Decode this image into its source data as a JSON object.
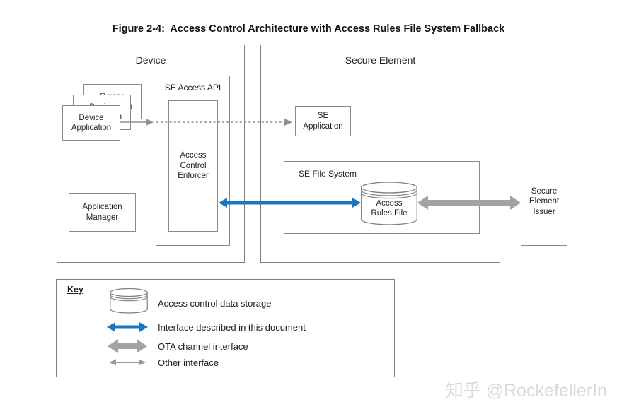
{
  "figure_title": "Figure 2-4:  Access Control Architecture with Access Rules File System Fallback",
  "device": {
    "label": "Device",
    "device_application": "Device\nApplication",
    "se_access_api": "SE Access API",
    "access_control_enforcer": "Access\nControl\nEnforcer",
    "application_manager": "Application\nManager"
  },
  "secure_element": {
    "label": "Secure Element",
    "se_application": "SE\nApplication",
    "se_file_system": "SE File System",
    "access_rules_file": "Access\nRules File"
  },
  "secure_element_issuer": "Secure\nElement\nIssuer",
  "key": {
    "title": "Key",
    "items": [
      {
        "icon": "database-cylinder-icon",
        "label": "Access control data storage"
      },
      {
        "icon": "blue-double-arrow-icon",
        "label": "Interface described in this document"
      },
      {
        "icon": "thick-gray-double-arrow-icon",
        "label": "OTA channel interface"
      },
      {
        "icon": "thin-gray-double-arrow-icon",
        "label": "Other interface"
      }
    ]
  },
  "watermark": "知乎 @RockefellerIn",
  "colors": {
    "interface_blue": "#1b75bc",
    "ota_gray": "#a1a3a6",
    "other_gray": "#8f8f8f",
    "box_border": "#7e7e7e",
    "text": "#1e1e1e",
    "watermark_gray": "#d9d9d9"
  }
}
